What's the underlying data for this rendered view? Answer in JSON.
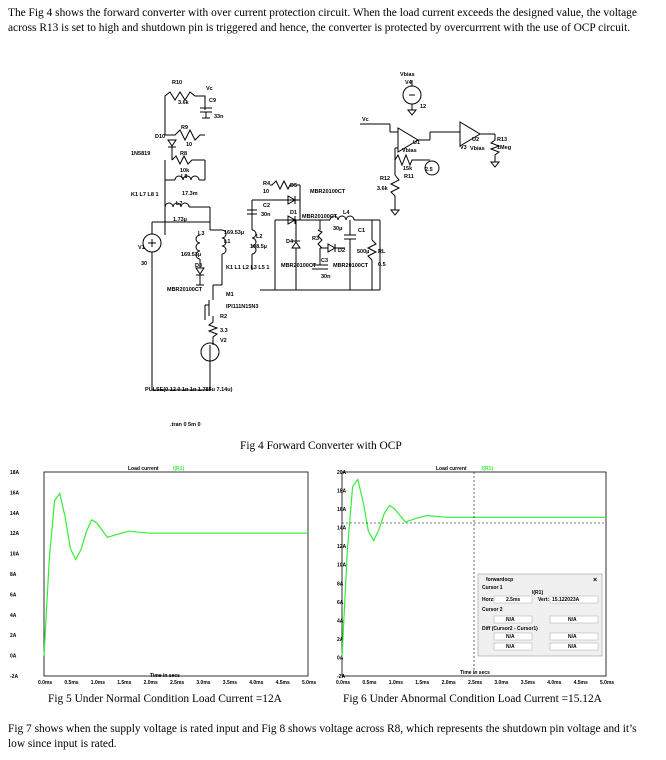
{
  "intro_paragraph": "The Fig 4 shows the forward converter with over current protection circuit. When the load current exceeds the designed value, the voltage across R13 is set to high and shutdown pin is triggered and hence, the converter is protected by overcurrrent with the use of OCP circuit.",
  "fig4": {
    "caption": "Fig 4 Forward Converter with OCP",
    "labels": {
      "r10": "R10",
      "r10_val": "3.6k",
      "vc_top": "Vc",
      "c9": "C9",
      "c9_val": "33n",
      "r9": "R9",
      "d10": "D10",
      "r9_val": "10",
      "d10_part": "1N5819",
      "r8": "R8",
      "r8_val": "10k",
      "l8": "L8",
      "l8_val": "17.3m",
      "k": "K1 L7 L8 1",
      "l7": "L7",
      "l7_val": "1.73µ",
      "l3": "L3",
      "l3_val": "169.53µ",
      "l1": "L1",
      "l1_val": "169.53µ",
      "l2": "L2",
      "l2_val": "108.5µ",
      "kall": "K1 L1 L2 L3 L5 1",
      "v1": "V1",
      "v1_val": "30",
      "d3": "D3",
      "d3_part": "MBR20100CT",
      "m1": "M1",
      "m1_part": "IPI111N15N3",
      "r2": "R2",
      "r2_val": "3.3",
      "v2": "V2",
      "pulse": "PULSE(0 12 0 1n 1n 1.785u 7.14u)",
      "tran": ".tran 0 5m 0",
      "r4": "R4",
      "r4_val": "10",
      "d5": "D5",
      "d5_part": "MBR20100CT",
      "c2": "C2",
      "c2_val": "30n",
      "d1": "D1",
      "d1_part": "MBR20100CT",
      "l4": "L4",
      "l4_val": "30µ",
      "r3": "R3",
      "d4": "D4",
      "d2": "D2",
      "c1": "C1",
      "c1_val": "500µ",
      "rl": "RL",
      "rl_val": "0.5",
      "d4_part": "MBR20100CT",
      "d2_part": "MBR20100CT",
      "c3": "C3",
      "c3_val": "30n",
      "vbias_top": "Vbias",
      "v4": "V4",
      "v4_val": "12",
      "vc_right": "Vc",
      "u1": "U1",
      "u1_bias": "Vbias",
      "u2": "U2",
      "u2_bias": "Vbias",
      "v3": "V3",
      "r13": "R13",
      "r13_val": "1Meg",
      "r11_val": "15k",
      "r11": "R11",
      "v25": "2.5",
      "r12": "R12",
      "r12_val": "3.6k"
    }
  },
  "fig5": {
    "caption": "Fig 5 Under Normal Condition Load Current =12A",
    "trace_label": "Load current",
    "trace_suffix": "I(R1)",
    "time_label": "Time in secs"
  },
  "fig6": {
    "caption": "Fig 6 Under Abnormal Condition Load Current =15.12A",
    "trace_label": "Load current",
    "trace_suffix": "I(R1)",
    "time_label": "Time in secs",
    "cursor_panel": {
      "title": "forwardocp",
      "cursor1": "Cursor 1",
      "trace": "I(R1)",
      "horz_label": "Horz:",
      "horz_value": "2.5ms",
      "vert_label": "Vert:",
      "vert_value": "15.122023A",
      "cursor2": "Cursor 2",
      "na": "N/A",
      "diff": "Diff (Cursor2 - Cursor1)",
      "close": "×"
    }
  },
  "chart_data": [
    {
      "type": "line",
      "ylim": [
        -2,
        18
      ],
      "y_ticks": [
        "18A",
        "16A",
        "14A",
        "12A",
        "10A",
        "8A",
        "6A",
        "4A",
        "2A",
        "0A",
        "-2A"
      ],
      "x_ticks": [
        "0.0ms",
        "0.5ms",
        "1.0ms",
        "1.5ms",
        "2.0ms",
        "2.5ms",
        "3.0ms",
        "3.5ms",
        "4.0ms",
        "4.5ms",
        "5.0ms"
      ],
      "x_ms": [
        0,
        0.1,
        0.2,
        0.3,
        0.4,
        0.5,
        0.6,
        0.7,
        0.8,
        0.9,
        1.0,
        1.2,
        1.4,
        1.6,
        2.0,
        2.5,
        3.0,
        3.5,
        4.0,
        4.5,
        5.0
      ],
      "series": [
        {
          "color": "#33ee33",
          "values": [
            0,
            9.5,
            15.2,
            15.9,
            13.6,
            10.5,
            9.4,
            10.4,
            12.1,
            13.3,
            13.0,
            11.6,
            11.9,
            12.2,
            12.0,
            12.0,
            12.0,
            12.0,
            12.0,
            12.0,
            12.0
          ]
        }
      ]
    },
    {
      "type": "line",
      "ylim": [
        -2,
        20
      ],
      "y_ticks": [
        "20A",
        "18A",
        "16A",
        "14A",
        "12A",
        "10A",
        "8A",
        "6A",
        "4A",
        "2A",
        "0A",
        "-2A"
      ],
      "x_ticks": [
        "0.0ms",
        "0.5ms",
        "1.0ms",
        "1.5ms",
        "2.0ms",
        "2.5ms",
        "3.0ms",
        "3.5ms",
        "4.0ms",
        "4.5ms",
        "5.0ms"
      ],
      "x_ms": [
        0,
        0.1,
        0.2,
        0.3,
        0.4,
        0.5,
        0.6,
        0.7,
        0.8,
        0.9,
        1.0,
        1.2,
        1.4,
        1.6,
        2.0,
        2.5,
        3.0,
        3.5,
        4.0,
        4.5,
        5.0
      ],
      "series": [
        {
          "color": "#33ee33",
          "values": [
            0,
            11.5,
            18.4,
            19.2,
            16.8,
            13.6,
            12.6,
            13.8,
            15.5,
            16.4,
            16.0,
            14.6,
            15.0,
            15.3,
            15.12,
            15.12,
            15.12,
            15.12,
            15.12,
            15.12,
            15.12
          ]
        }
      ]
    }
  ],
  "closing_paragraph": "Fig 7 shows when the supply voltage is rated input and Fig 8 shows voltage across R8, which represents the shutdown pin voltage and it’s low since input is rated."
}
